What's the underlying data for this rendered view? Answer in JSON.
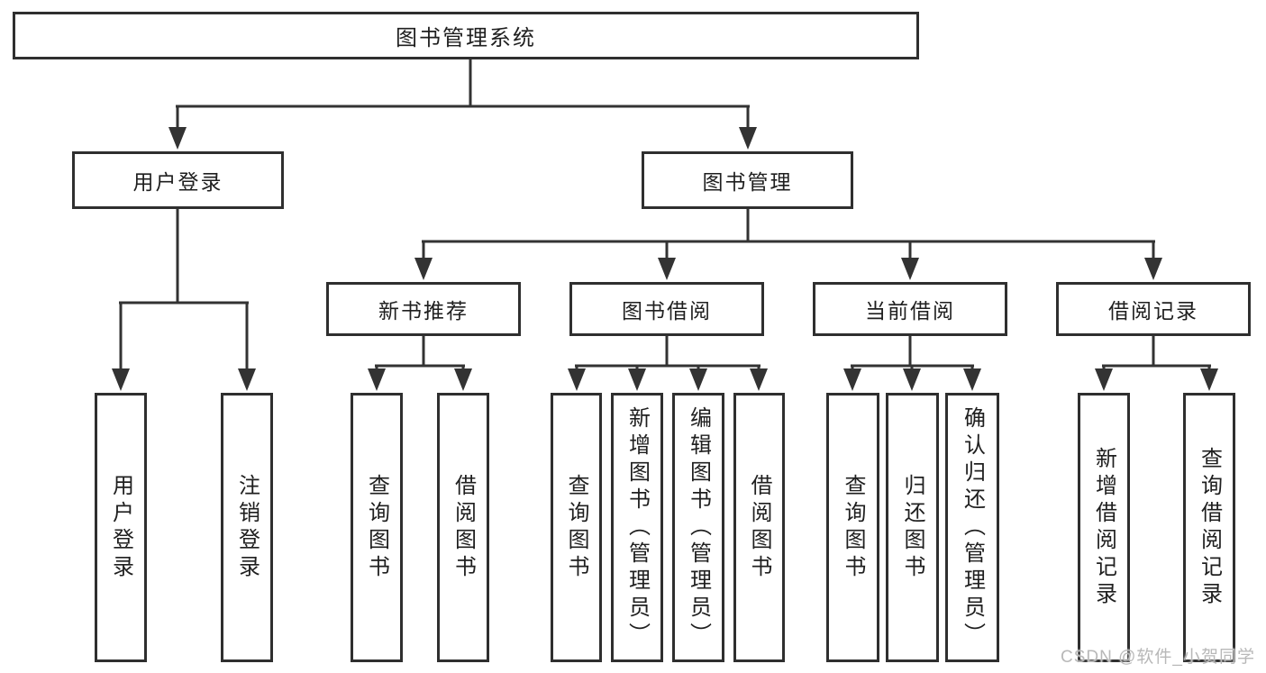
{
  "diagram_type": "hierarchy-tree",
  "tree": {
    "root": {
      "label": "图书管理系统",
      "children": [
        {
          "label": "用户登录",
          "children": [
            {
              "label": "用户登录"
            },
            {
              "label": "注销登录"
            }
          ]
        },
        {
          "label": "图书管理",
          "children": [
            {
              "label": "新书推荐",
              "children": [
                {
                  "label": "查询图书"
                },
                {
                  "label": "借阅图书"
                }
              ]
            },
            {
              "label": "图书借阅",
              "children": [
                {
                  "label": "查询图书"
                },
                {
                  "label": "新增图书（管理员）"
                },
                {
                  "label": "编辑图书（管理员）"
                },
                {
                  "label": "借阅图书"
                }
              ]
            },
            {
              "label": "当前借阅",
              "children": [
                {
                  "label": "查询图书"
                },
                {
                  "label": "归还图书"
                },
                {
                  "label": "确认归还（管理员）"
                }
              ]
            },
            {
              "label": "借阅记录",
              "children": [
                {
                  "label": "新增借阅记录"
                },
                {
                  "label": "查询借阅记录"
                }
              ]
            }
          ]
        }
      ]
    }
  },
  "watermark": {
    "text": "CSDN @软件_小贺同学"
  },
  "colors": {
    "line": "#333333",
    "box_border": "#2f2f2f",
    "text": "#1f1f1f",
    "watermark": "#b8b8b8",
    "background": "#ffffff"
  }
}
